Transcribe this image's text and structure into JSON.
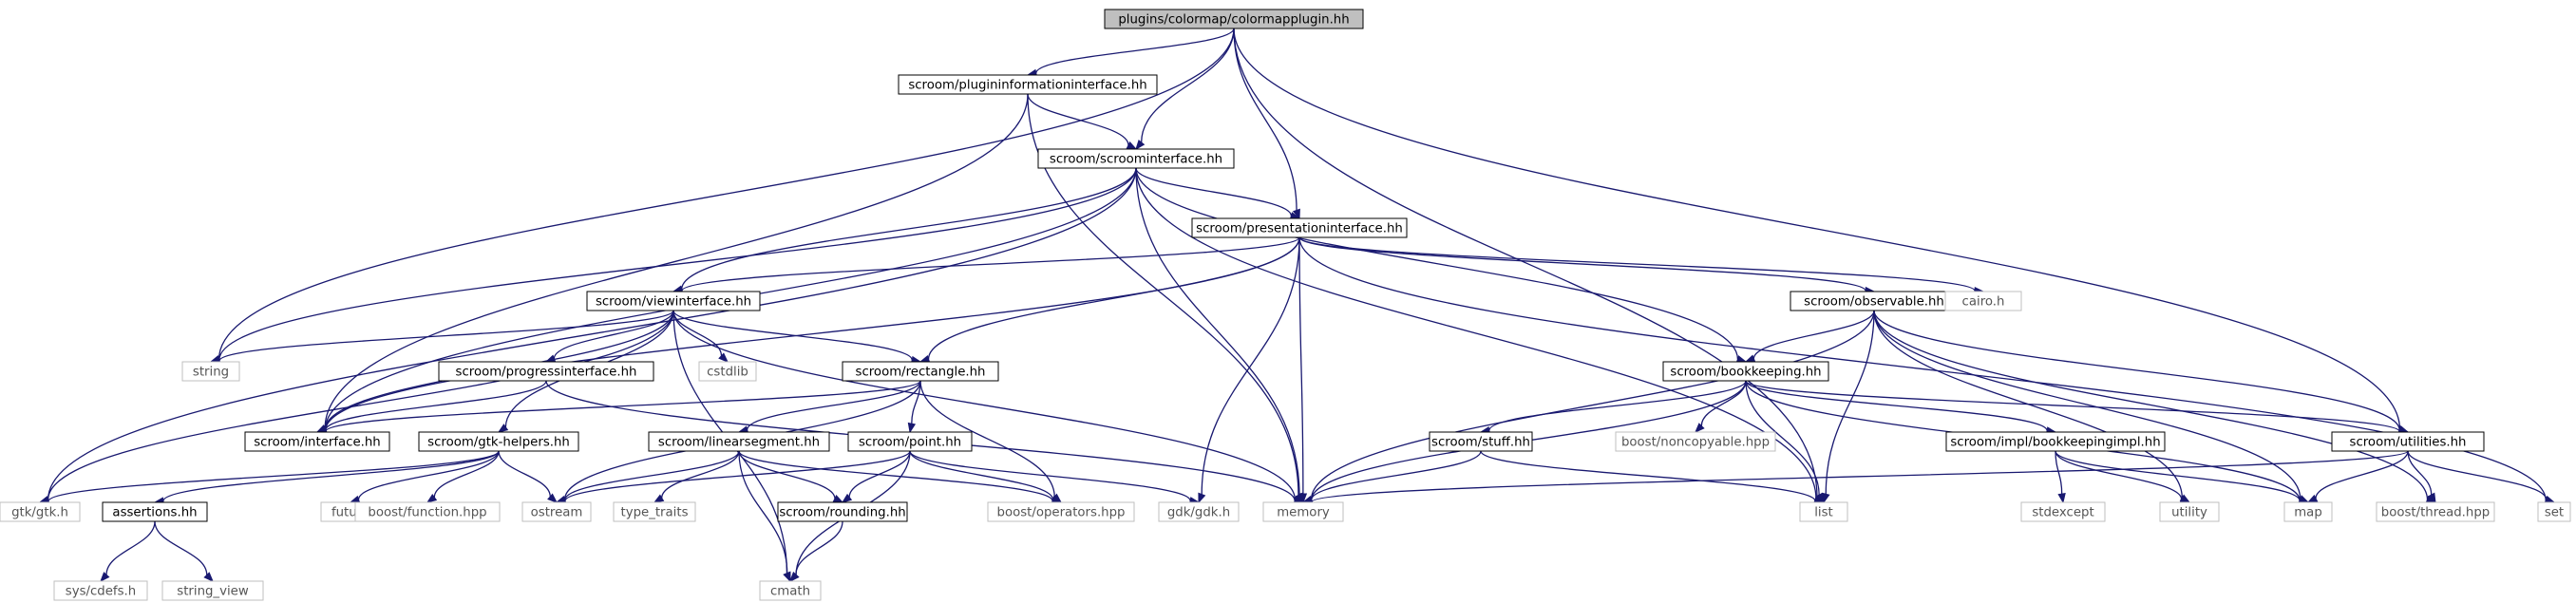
{
  "graph": {
    "nodes": [
      {
        "id": "root",
        "label": "plugins/colormap/colormapplugin.hh",
        "kind": "root"
      },
      {
        "id": "plugininfo",
        "label": "scroom/plugininformationinterface.hh",
        "kind": "proj"
      },
      {
        "id": "scroomif",
        "label": "scroom/scroominterface.hh",
        "kind": "proj"
      },
      {
        "id": "presif",
        "label": "scroom/presentationinterface.hh",
        "kind": "proj"
      },
      {
        "id": "viewif",
        "label": "scroom/viewinterface.hh",
        "kind": "proj"
      },
      {
        "id": "observable",
        "label": "scroom/observable.hh",
        "kind": "proj"
      },
      {
        "id": "cairo",
        "label": "cairo.h",
        "kind": "sys"
      },
      {
        "id": "string",
        "label": "string",
        "kind": "sys"
      },
      {
        "id": "progressif",
        "label": "scroom/progressinterface.hh",
        "kind": "proj"
      },
      {
        "id": "cstdlib",
        "label": "cstdlib",
        "kind": "sys"
      },
      {
        "id": "rectangle",
        "label": "scroom/rectangle.hh",
        "kind": "proj"
      },
      {
        "id": "bookkeeping",
        "label": "scroom/bookkeeping.hh",
        "kind": "proj"
      },
      {
        "id": "interface",
        "label": "scroom/interface.hh",
        "kind": "proj"
      },
      {
        "id": "gtkhelpers",
        "label": "scroom/gtk-helpers.hh",
        "kind": "proj"
      },
      {
        "id": "linearseg",
        "label": "scroom/linearsegment.hh",
        "kind": "proj"
      },
      {
        "id": "point",
        "label": "scroom/point.hh",
        "kind": "proj"
      },
      {
        "id": "stuff",
        "label": "scroom/stuff.hh",
        "kind": "proj"
      },
      {
        "id": "noncopyable",
        "label": "boost/noncopyable.hpp",
        "kind": "sys"
      },
      {
        "id": "bkimpl",
        "label": "scroom/impl/bookkeepingimpl.hh",
        "kind": "proj"
      },
      {
        "id": "utilities",
        "label": "scroom/utilities.hh",
        "kind": "proj"
      },
      {
        "id": "gtkh",
        "label": "gtk/gtk.h",
        "kind": "sys"
      },
      {
        "id": "assertions",
        "label": "assertions.hh",
        "kind": "proj"
      },
      {
        "id": "future",
        "label": "future",
        "kind": "sys"
      },
      {
        "id": "boostfunc",
        "label": "boost/function.hpp",
        "kind": "sys"
      },
      {
        "id": "ostream",
        "label": "ostream",
        "kind": "sys"
      },
      {
        "id": "typetraits",
        "label": "type_traits",
        "kind": "sys"
      },
      {
        "id": "rounding",
        "label": "scroom/rounding.hh",
        "kind": "proj"
      },
      {
        "id": "boostops",
        "label": "boost/operators.hpp",
        "kind": "sys"
      },
      {
        "id": "gdkh",
        "label": "gdk/gdk.h",
        "kind": "sys"
      },
      {
        "id": "memory",
        "label": "memory",
        "kind": "sys"
      },
      {
        "id": "list",
        "label": "list",
        "kind": "sys"
      },
      {
        "id": "stdexcept",
        "label": "stdexcept",
        "kind": "sys"
      },
      {
        "id": "utility",
        "label": "utility",
        "kind": "sys"
      },
      {
        "id": "map",
        "label": "map",
        "kind": "sys"
      },
      {
        "id": "boostthread",
        "label": "boost/thread.hpp",
        "kind": "sys"
      },
      {
        "id": "set",
        "label": "set",
        "kind": "sys"
      },
      {
        "id": "syscdefs",
        "label": "sys/cdefs.h",
        "kind": "sys"
      },
      {
        "id": "stringview",
        "label": "string_view",
        "kind": "sys"
      },
      {
        "id": "cmath",
        "label": "cmath",
        "kind": "sys"
      }
    ],
    "edges": [
      [
        "root",
        "plugininfo"
      ],
      [
        "root",
        "scroomif"
      ],
      [
        "root",
        "presif"
      ],
      [
        "root",
        "string"
      ],
      [
        "root",
        "utilities"
      ],
      [
        "root",
        "list"
      ],
      [
        "plugininfo",
        "scroomif"
      ],
      [
        "plugininfo",
        "interface"
      ],
      [
        "plugininfo",
        "memory"
      ],
      [
        "scroomif",
        "presif"
      ],
      [
        "scroomif",
        "viewif"
      ],
      [
        "scroomif",
        "string"
      ],
      [
        "scroomif",
        "interface"
      ],
      [
        "scroomif",
        "gtkh"
      ],
      [
        "scroomif",
        "memory"
      ],
      [
        "scroomif",
        "bookkeeping"
      ],
      [
        "scroomif",
        "list"
      ],
      [
        "presif",
        "viewif"
      ],
      [
        "presif",
        "observable"
      ],
      [
        "presif",
        "cairo"
      ],
      [
        "presif",
        "rectangle"
      ],
      [
        "presif",
        "interface"
      ],
      [
        "presif",
        "gdkh"
      ],
      [
        "presif",
        "memory"
      ],
      [
        "presif",
        "set"
      ],
      [
        "viewif",
        "string"
      ],
      [
        "viewif",
        "progressif"
      ],
      [
        "viewif",
        "cstdlib"
      ],
      [
        "viewif",
        "rectangle"
      ],
      [
        "viewif",
        "interface"
      ],
      [
        "viewif",
        "gtkhelpers"
      ],
      [
        "viewif",
        "gtkh"
      ],
      [
        "viewif",
        "memory"
      ],
      [
        "viewif",
        "cmath"
      ],
      [
        "observable",
        "bookkeeping"
      ],
      [
        "observable",
        "utilities"
      ],
      [
        "observable",
        "list"
      ],
      [
        "observable",
        "memory"
      ],
      [
        "observable",
        "map"
      ],
      [
        "observable",
        "utility"
      ],
      [
        "observable",
        "boostthread"
      ],
      [
        "progressif",
        "interface"
      ],
      [
        "progressif",
        "memory"
      ],
      [
        "rectangle",
        "linearseg"
      ],
      [
        "rectangle",
        "point"
      ],
      [
        "rectangle",
        "boostops"
      ],
      [
        "rectangle",
        "ostream"
      ],
      [
        "rectangle",
        "interface"
      ],
      [
        "bookkeeping",
        "stuff"
      ],
      [
        "bookkeeping",
        "noncopyable"
      ],
      [
        "bookkeeping",
        "bkimpl"
      ],
      [
        "bookkeeping",
        "utilities"
      ],
      [
        "bookkeeping",
        "list"
      ],
      [
        "bookkeeping",
        "memory"
      ],
      [
        "bookkeeping",
        "map"
      ],
      [
        "gtkhelpers",
        "gtkh"
      ],
      [
        "gtkhelpers",
        "assertions"
      ],
      [
        "gtkhelpers",
        "future"
      ],
      [
        "gtkhelpers",
        "boostfunc"
      ],
      [
        "gtkhelpers",
        "ostream"
      ],
      [
        "linearseg",
        "ostream"
      ],
      [
        "linearseg",
        "typetraits"
      ],
      [
        "linearseg",
        "rounding"
      ],
      [
        "linearseg",
        "boostops"
      ],
      [
        "linearseg",
        "cmath"
      ],
      [
        "point",
        "ostream"
      ],
      [
        "point",
        "rounding"
      ],
      [
        "point",
        "boostops"
      ],
      [
        "point",
        "gdkh"
      ],
      [
        "point",
        "cmath"
      ],
      [
        "stuff",
        "memory"
      ],
      [
        "stuff",
        "list"
      ],
      [
        "bkimpl",
        "stdexcept"
      ],
      [
        "bkimpl",
        "utility"
      ],
      [
        "bkimpl",
        "map"
      ],
      [
        "utilities",
        "memory"
      ],
      [
        "utilities",
        "map"
      ],
      [
        "utilities",
        "boostthread"
      ],
      [
        "utilities",
        "set"
      ],
      [
        "assertions",
        "syscdefs"
      ],
      [
        "assertions",
        "stringview"
      ],
      [
        "rounding",
        "cmath"
      ]
    ]
  }
}
